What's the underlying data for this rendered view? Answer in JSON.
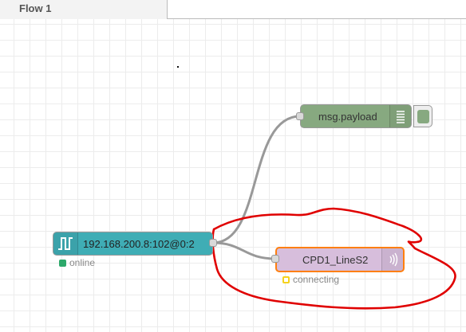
{
  "tabs": [
    {
      "label": "Flow 1",
      "active": true
    }
  ],
  "nodes": {
    "input": {
      "label": "192.168.200.8:102@0:2",
      "color": "#3fadb5",
      "status": {
        "text": "online",
        "color": "#2ca86a"
      },
      "icon": "pulse-wave-icon"
    },
    "debug": {
      "label": "msg.payload",
      "color": "#87a980",
      "icon": "debug-list-icon"
    },
    "output": {
      "label": "CPD1_LineS2",
      "color": "#d7bedc",
      "selected_border": "#ff7f0e",
      "status": {
        "text": "connecting",
        "color": "#f5d21d"
      },
      "icon": "broadcast-icon"
    }
  },
  "annotation": {
    "type": "freehand-circle",
    "color": "#e00000"
  }
}
